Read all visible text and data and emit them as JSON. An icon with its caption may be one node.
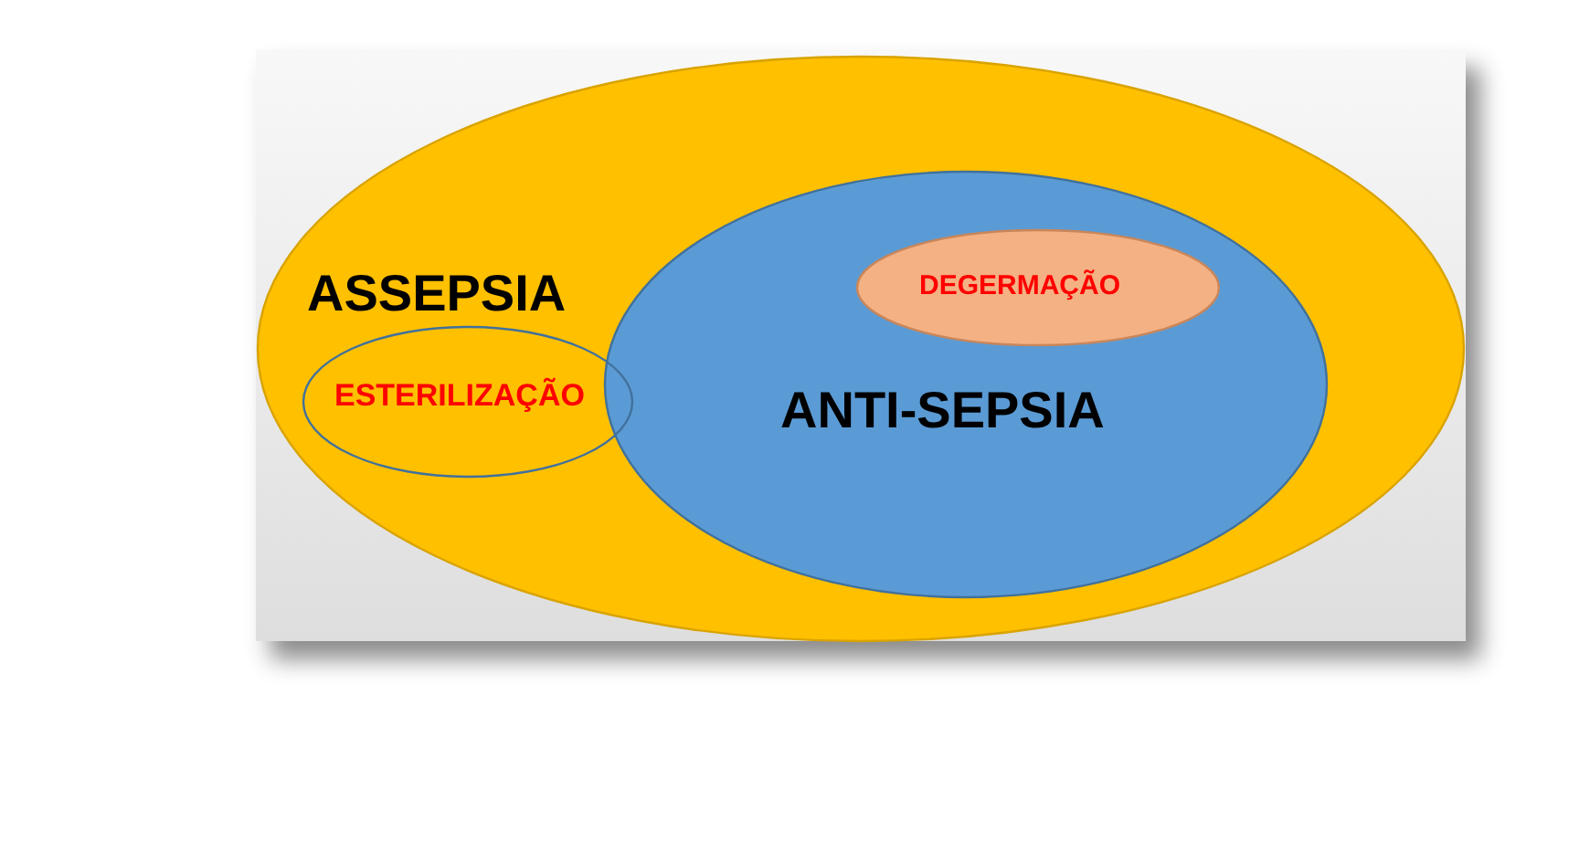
{
  "diagram": {
    "nodes": [
      {
        "text": [
          "ASSEPSIA"
        ]
      },
      {
        "text": [
          "ESTERILIZAÇÃO"
        ],
        "in": 0
      },
      {
        "text": [
          "ANTI-SEPSIA"
        ],
        "in": 0
      },
      {
        "text": [
          "DEGERMAÇÃO"
        ],
        "in": 2
      }
    ]
  }
}
